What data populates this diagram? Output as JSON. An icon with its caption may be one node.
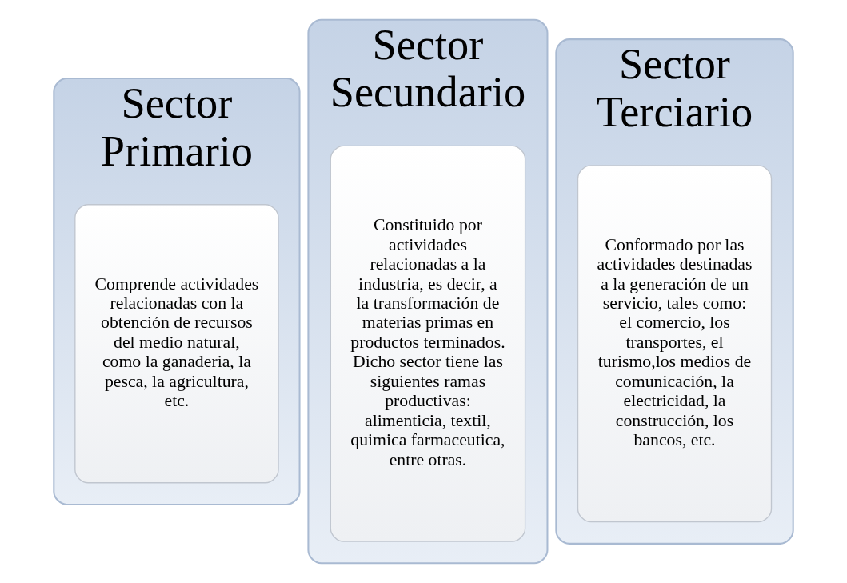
{
  "diagram": {
    "nodes": [
      {
        "text": [
          "Sector Primario"
        ]
      },
      {
        "text": [
          "Comprende actividades relacionadas con la obtención de recursos del medio natural, como la ganaderia, la pesca, la agricultura, etc."
        ],
        "in": 0
      },
      {
        "text": [
          "Sector Secundario"
        ]
      },
      {
        "text": [
          "Constituido por actividades relacionadas a la industria, es decir, a la transformación de materias primas en productos terminados. Dicho sector tiene las siguientes ramas productivas: alimenticia, textil, quimica farmaceutica, entre otras."
        ],
        "in": 2
      },
      {
        "text": [
          "Sector Terciario"
        ]
      },
      {
        "text": [
          "Conformado por las actividades destinadas a la generación de un servicio, tales como: el comercio, los transportes, el turismo,los medios de comunicación, la electricidad, la construcción, los bancos, etc."
        ],
        "in": 4
      }
    ],
    "edges": []
  }
}
